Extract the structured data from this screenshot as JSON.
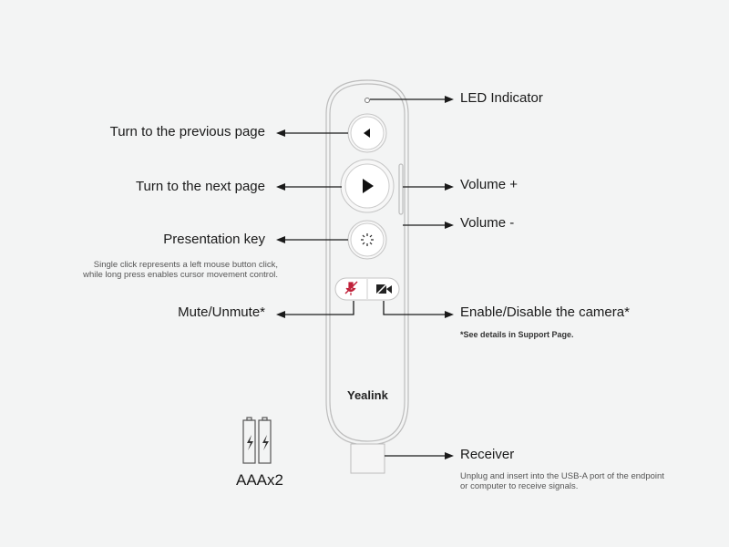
{
  "labels": {
    "led": "LED Indicator",
    "previous": "Turn to the previous page",
    "next": "Turn to the next page",
    "volume_up": "Volume +",
    "volume_down": "Volume -",
    "presentation": "Presentation key",
    "presentation_desc_1": "Single click represents a left mouse button click,",
    "presentation_desc_2": "while long press enables cursor movement control.",
    "mute": "Mute/Unmute*",
    "camera": "Enable/Disable the camera*",
    "support_note": "*See details in Support Page.",
    "receiver": "Receiver",
    "receiver_desc_1": "Unplug and insert into the USB-A port of the endpoint",
    "receiver_desc_2": "or computer to receive signals.",
    "battery": "AAAx2"
  },
  "brand": "Yealink",
  "colors": {
    "background": "#f3f4f4",
    "mute_icon": "#c0213a",
    "line": "#1a1a1a"
  }
}
